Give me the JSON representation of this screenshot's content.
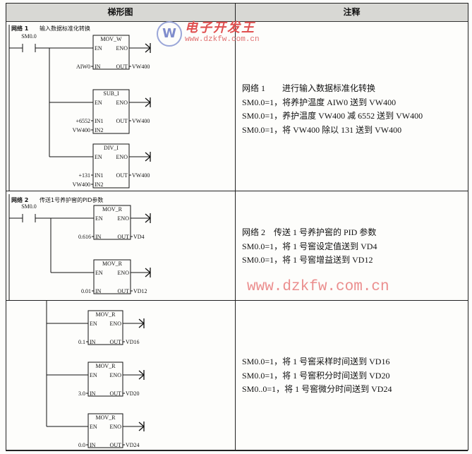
{
  "header": {
    "col1": "梯形图",
    "col2": "注释"
  },
  "networks": [
    {
      "title": "网络 1",
      "desc": "输入数据标准化转换",
      "contact": "SM0.0",
      "blocks": [
        {
          "name": "MOV_W",
          "en": "EN",
          "eno": "ENO",
          "inputs": [
            {
              "pin": "IN",
              "value": "AIW0"
            }
          ],
          "out": "OUT",
          "out_value": "VW400"
        },
        {
          "name": "SUB_I",
          "en": "EN",
          "eno": "ENO",
          "inputs": [
            {
              "pin": "IN1",
              "value": "+6552"
            },
            {
              "pin": "IN2",
              "value": "VW400"
            }
          ],
          "out": "OUT",
          "out_value": "VW400"
        },
        {
          "name": "DIV_I",
          "en": "EN",
          "eno": "ENO",
          "inputs": [
            {
              "pin": "IN1",
              "value": "+131"
            },
            {
              "pin": "IN2",
              "value": "VW400"
            }
          ],
          "out": "OUT",
          "out_value": "VW400"
        }
      ],
      "notes": [
        "网络 1　　进行输入数据标准化转换",
        "SM0.0=1，将养护温度 AIW0 送到 VW400",
        "SM0.0=1，养护温度 VW400 减 6552 送到 VW400",
        "SM0.0=1，将 VW400 除以 131 送到 VW400"
      ]
    },
    {
      "title": "网络 2",
      "desc": "传送1号养护窖的PID参数",
      "contact": "SM0.0",
      "blocks": [
        {
          "name": "MOV_R",
          "en": "EN",
          "eno": "ENO",
          "inputs": [
            {
              "pin": "IN",
              "value": "0.616"
            }
          ],
          "out": "OUT",
          "out_value": "VD4"
        },
        {
          "name": "MOV_R",
          "en": "EN",
          "eno": "ENO",
          "inputs": [
            {
              "pin": "IN",
              "value": "0.01"
            }
          ],
          "out": "OUT",
          "out_value": "VD12"
        }
      ],
      "notes": [
        "网络 2　传送 1 号养护窖的 PID 参数",
        "SM0.0=1，将 1 号窖设定值送到 VD4",
        "SM0.0=1，将 1 号窖增益送到 VD12"
      ]
    },
    {
      "title": "",
      "desc": "",
      "contact": "",
      "blocks": [
        {
          "name": "MOV_R",
          "en": "EN",
          "eno": "ENO",
          "inputs": [
            {
              "pin": "IN",
              "value": "0.1"
            }
          ],
          "out": "OUT",
          "out_value": "VD16"
        },
        {
          "name": "MOV_R",
          "en": "EN",
          "eno": "ENO",
          "inputs": [
            {
              "pin": "IN",
              "value": "3.0"
            }
          ],
          "out": "OUT",
          "out_value": "VD20"
        },
        {
          "name": "MOV_R",
          "en": "EN",
          "eno": "ENO",
          "inputs": [
            {
              "pin": "IN",
              "value": "0.0"
            }
          ],
          "out": "OUT",
          "out_value": "VD24"
        }
      ],
      "notes": [
        "SM0.0=1，将 1 号窖采样时间送到 VD16",
        "SM0.0=1，将 1 号窖积分时间送到 VD20",
        "SM0..0=1，将 1 号窖微分时间送到 VD24"
      ]
    }
  ],
  "watermark": {
    "logo_text": "电子开发王",
    "url_small": "www.dzkfw.com.cn",
    "url_large": "www.dzkfw.com.cn",
    "logo_letter": "W"
  },
  "colors": {
    "watermark": "#e05050",
    "header_bg": "#d8d8d4"
  }
}
